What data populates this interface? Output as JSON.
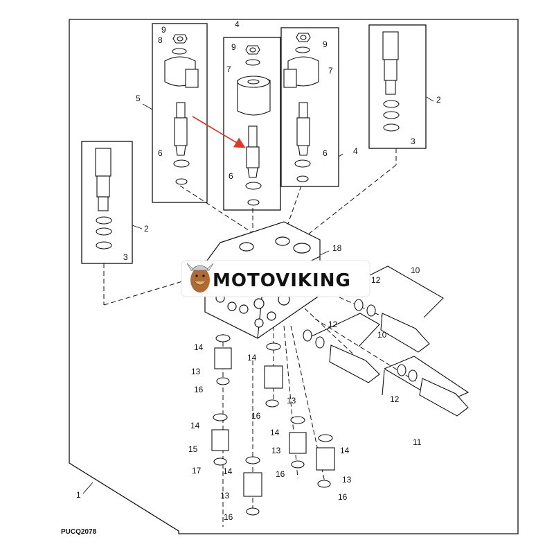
{
  "diagram_code": "PUCQ2078",
  "watermark": {
    "text": "MOTOVIKING"
  },
  "callouts": {
    "c1": "1",
    "c2a": "2",
    "c2b": "2",
    "c3a": "3",
    "c3b": "3",
    "c4a": "4",
    "c4b": "4",
    "c5": "5",
    "c6a": "6",
    "c6b": "6",
    "c6c": "6",
    "c7a": "7",
    "c7b": "7",
    "c8": "8",
    "c9a": "9",
    "c9b": "9",
    "c9c": "9",
    "c10a": "10",
    "c10b": "10",
    "c11": "11",
    "c12a": "12",
    "c12b": "12",
    "c12c": "12",
    "c13a": "13",
    "c13b": "13",
    "c13c": "13",
    "c13d": "13",
    "c13e": "13",
    "c14a": "14",
    "c14b": "14",
    "c14c": "14",
    "c14d": "14",
    "c14e": "14",
    "c14f": "14",
    "c15": "15",
    "c16a": "16",
    "c16b": "16",
    "c16c": "16",
    "c16d": "16",
    "c16e": "16",
    "c17": "17",
    "c18": "18"
  },
  "colors": {
    "line": "#111111",
    "arrow": "#e0362b",
    "watermark_bg": "#ffffff"
  }
}
